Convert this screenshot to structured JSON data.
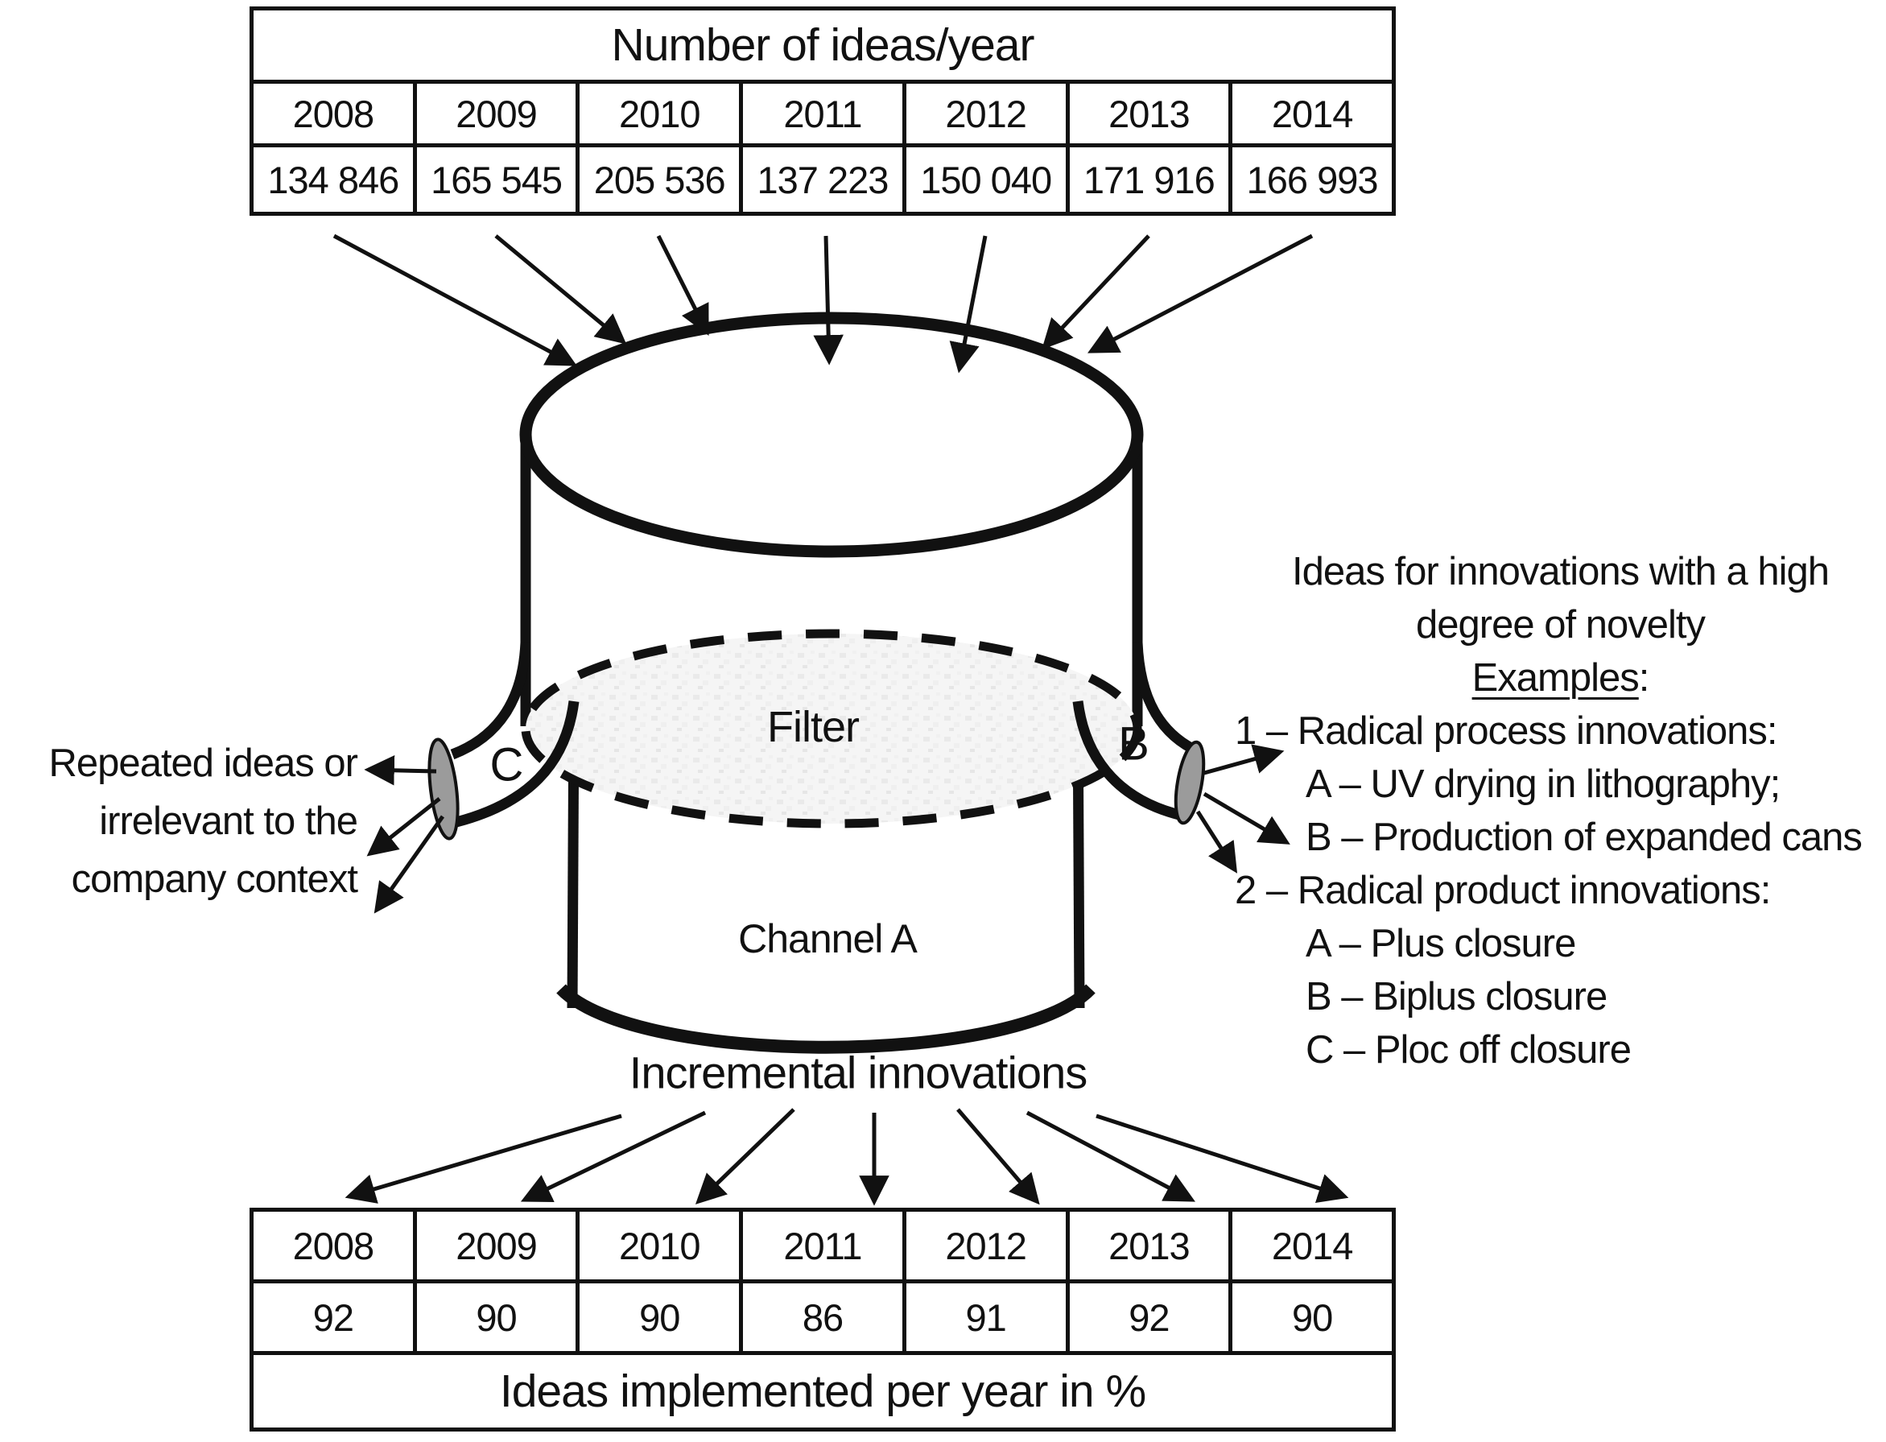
{
  "top_table": {
    "title": "Number of ideas/year",
    "years": [
      "2008",
      "2009",
      "2010",
      "2011",
      "2012",
      "2013",
      "2014"
    ],
    "values": [
      "134 846",
      "165 545",
      "205 536",
      "137 223",
      "150 040",
      "171 916",
      "166 993"
    ]
  },
  "bottom_table": {
    "years": [
      "2008",
      "2009",
      "2010",
      "2011",
      "2012",
      "2013",
      "2014"
    ],
    "values": [
      "92",
      "90",
      "90",
      "86",
      "91",
      "92",
      "90"
    ],
    "footer": "Ideas implemented per year in %"
  },
  "funnel": {
    "filter_label": "Filter",
    "channel_label": "Channel A",
    "left_outlet_label": "C",
    "right_outlet_label": "B",
    "incremental_label": "Incremental innovations"
  },
  "left_note": {
    "lines": [
      "Repeated ideas or",
      "irrelevant to the",
      "company context"
    ]
  },
  "right_note": {
    "heading_line1": "Ideas for innovations with a high",
    "heading_line2": "degree of novelty",
    "examples_label": "Examples",
    "examples_colon": ":",
    "items": [
      {
        "text": "1 – Radical process innovations:",
        "indent": 0
      },
      {
        "text": "A – UV drying in lithography;",
        "indent": 1
      },
      {
        "text": "B – Production of expanded cans",
        "indent": 1
      },
      {
        "text": "2 – Radical product innovations:",
        "indent": 0
      },
      {
        "text": "A – Plus closure",
        "indent": 1
      },
      {
        "text": "B – Biplus closure",
        "indent": 1
      },
      {
        "text": "C – Ploc off closure",
        "indent": 1
      }
    ]
  },
  "colors": {
    "ink": "#111111",
    "outlet_fill": "#9b9b9b",
    "filter_fill": "#f4f4f4"
  }
}
